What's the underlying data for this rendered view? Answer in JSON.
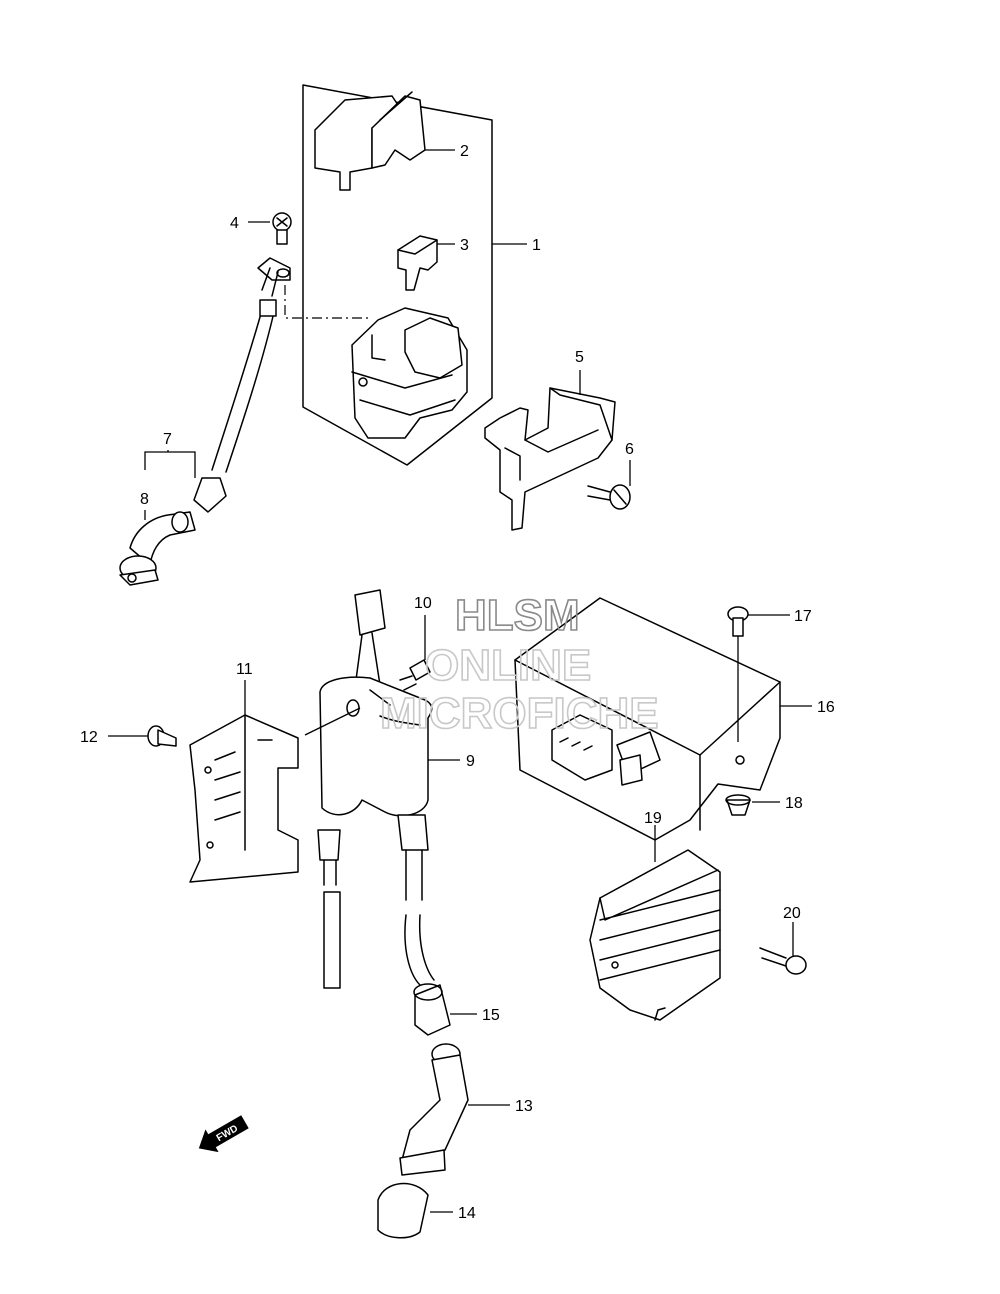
{
  "watermark": {
    "line1": "HLSM",
    "line2": "ONLINE",
    "line3": "MICROFICHE"
  },
  "direction_label": "FWD",
  "callouts": {
    "c1": "1",
    "c2": "2",
    "c3": "3",
    "c4": "4",
    "c5": "5",
    "c6": "6",
    "c7": "7",
    "c8": "8",
    "c9": "9",
    "c10": "10",
    "c11": "11",
    "c12": "12",
    "c13": "13",
    "c14": "14",
    "c15": "15",
    "c16": "16",
    "c17": "17",
    "c18": "18",
    "c19": "19",
    "c20": "20"
  }
}
